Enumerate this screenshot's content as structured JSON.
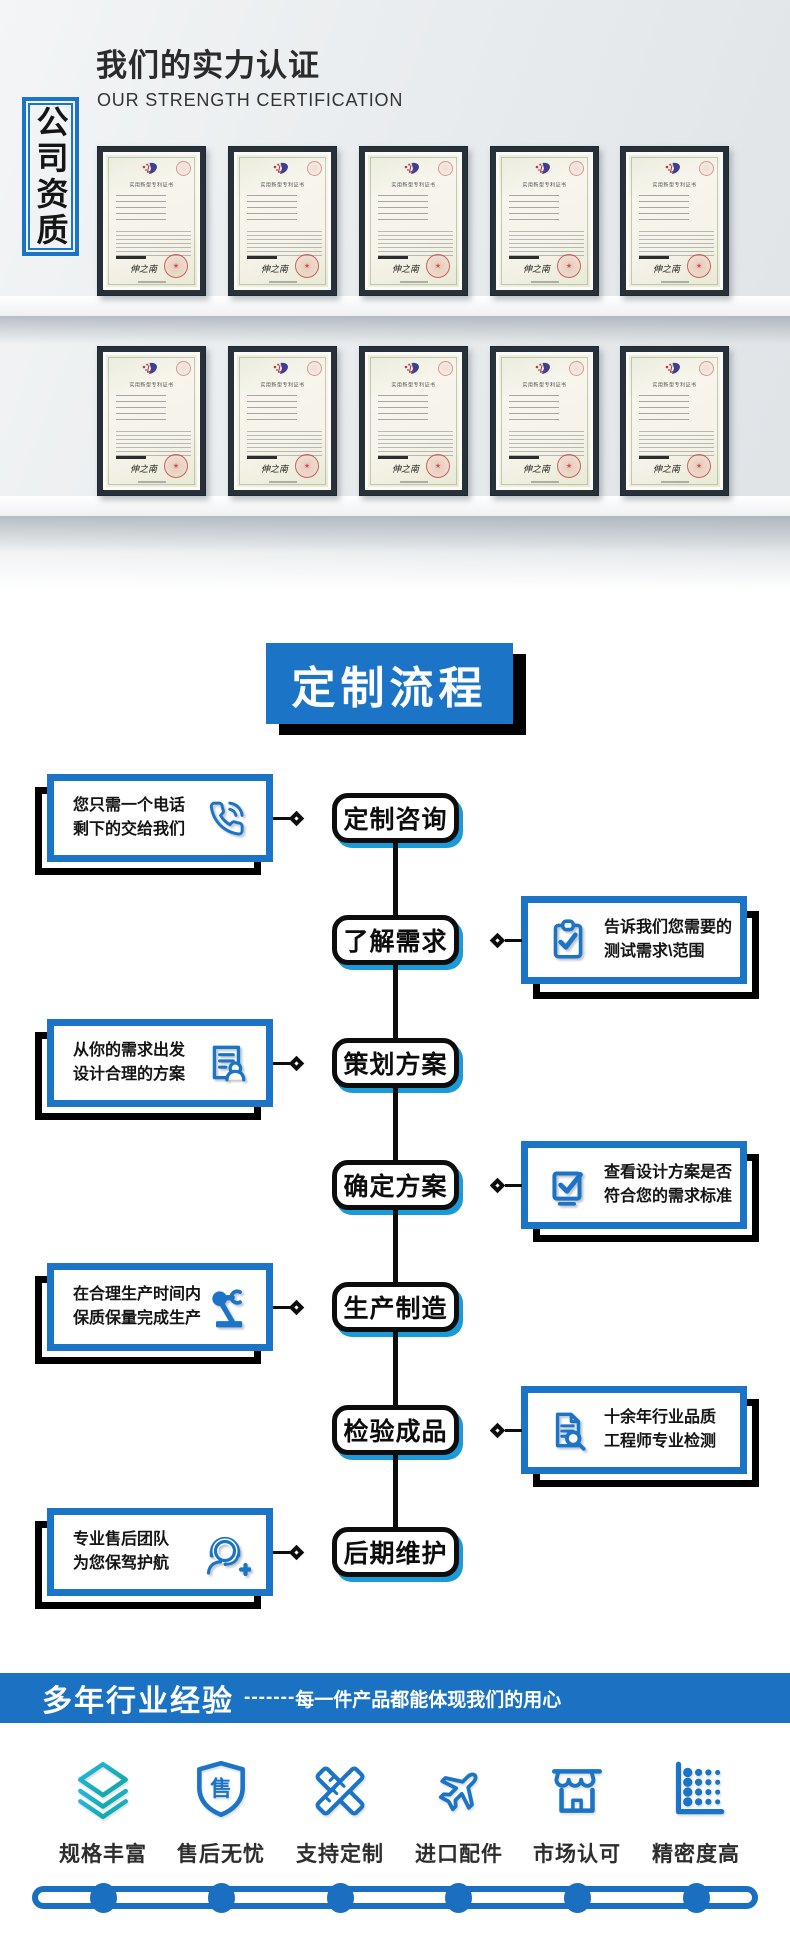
{
  "colors": {
    "primary_blue": "#1b74c5",
    "cyan_shadow": "#1a9ad8",
    "bar_blue": "#1b72c2",
    "teal_icon": "#14b0c0",
    "black": "#0d0d0d"
  },
  "header": {
    "side_label": "公司资质",
    "title": "我们的实力认证",
    "subtitle": "OUR STRENGTH CERTIFICATION"
  },
  "certificates": {
    "rows": 2,
    "per_row": 5,
    "title": "实用新型专利证书",
    "signature": "伸之南",
    "stamp_star": "★"
  },
  "flow": {
    "title": "定制流程",
    "steps": [
      {
        "label": "定制咨询",
        "note_side": "left",
        "icon": "phone-icon",
        "note_lines": [
          "您只需一个电话",
          "剩下的交给我们"
        ]
      },
      {
        "label": "了解需求",
        "note_side": "right",
        "icon": "clipboard-check-icon",
        "note_lines": [
          "告诉我们您需要的",
          "测试需求\\范围"
        ]
      },
      {
        "label": "策划方案",
        "note_side": "left",
        "icon": "document-user-icon",
        "note_lines": [
          "从你的需求出发",
          "设计合理的方案"
        ]
      },
      {
        "label": "确定方案",
        "note_side": "right",
        "icon": "checkbox-icon",
        "note_lines": [
          "查看设计方案是否",
          "符合您的需求标准"
        ]
      },
      {
        "label": "生产制造",
        "note_side": "left",
        "icon": "robot-arm-icon",
        "note_lines": [
          "在合理生产时间内",
          "保质保量完成生产"
        ]
      },
      {
        "label": "检验成品",
        "note_side": "right",
        "icon": "document-search-icon",
        "note_lines": [
          "十余年行业品质",
          "工程师专业检测"
        ]
      },
      {
        "label": "后期维护",
        "note_side": "left",
        "icon": "headset-icon",
        "note_lines": [
          "专业售后团队",
          "为您保驾护航"
        ]
      }
    ]
  },
  "experience": {
    "title": "多年行业经验",
    "dashes": "-------",
    "subtitle": "每一件产品都能体现我们的用心"
  },
  "features": [
    {
      "label": "规格丰富",
      "icon": "layers-icon"
    },
    {
      "label": "售后无忧",
      "icon": "shield-icon",
      "icon_char": "售"
    },
    {
      "label": "支持定制",
      "icon": "rulers-icon"
    },
    {
      "label": "进口配件",
      "icon": "plane-icon"
    },
    {
      "label": "市场认可",
      "icon": "storefront-icon"
    },
    {
      "label": "精密度高",
      "icon": "precision-icon"
    }
  ]
}
